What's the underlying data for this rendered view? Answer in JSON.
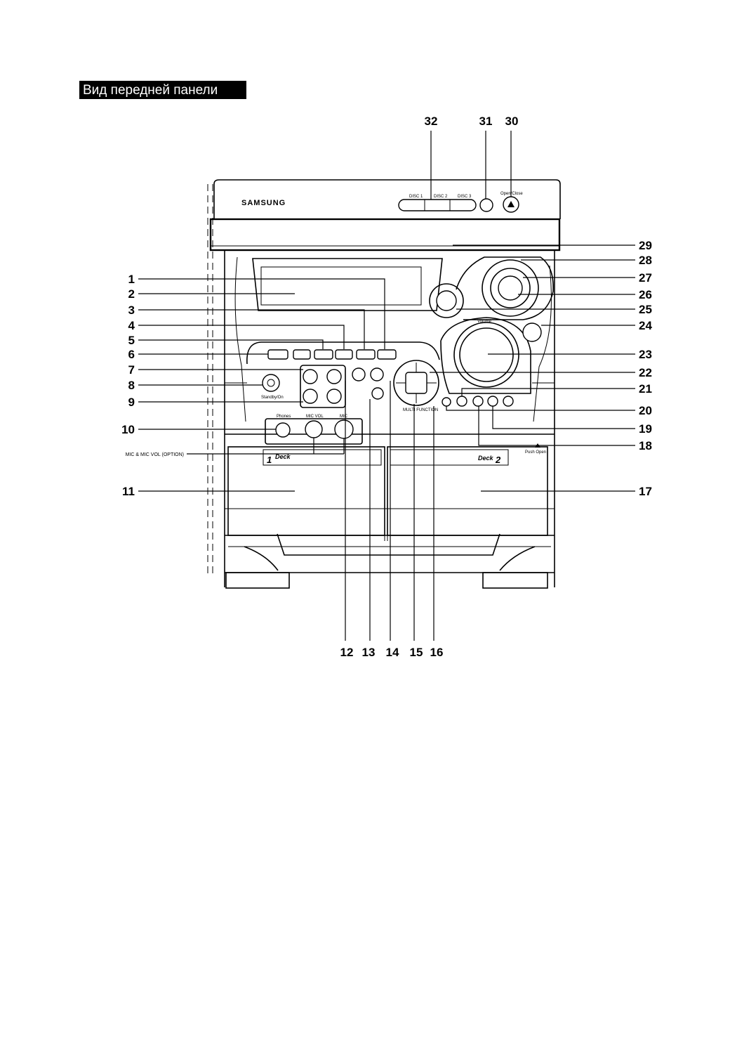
{
  "title": "Вид передней панели",
  "brand": "SAMSUNG",
  "callouts": [
    "1",
    "2",
    "3",
    "4",
    "5",
    "6",
    "7",
    "8",
    "9",
    "10",
    "11",
    "12",
    "13",
    "14",
    "15",
    "16",
    "17",
    "18",
    "19",
    "20",
    "21",
    "22",
    "23",
    "24",
    "25",
    "26",
    "27",
    "28",
    "29",
    "30",
    "31",
    "32"
  ],
  "option_label": "MIC & MIC VOL (OPTION)",
  "panel_labels": {
    "disc1": "DISC 1",
    "disc2": "DISC 2",
    "disc3": "DISC 3",
    "open_close": "Open/Close",
    "standby": "Standby/On",
    "phones": "Phones",
    "mic_vol": "MIC VOL",
    "mic": "MIC",
    "volume": "Volume",
    "multi": "MULTI FUNCTION",
    "deck1_num": "1",
    "deck1": "Deck",
    "deck2": "Deck",
    "deck2_num": "2",
    "push_open": "Push Open"
  }
}
